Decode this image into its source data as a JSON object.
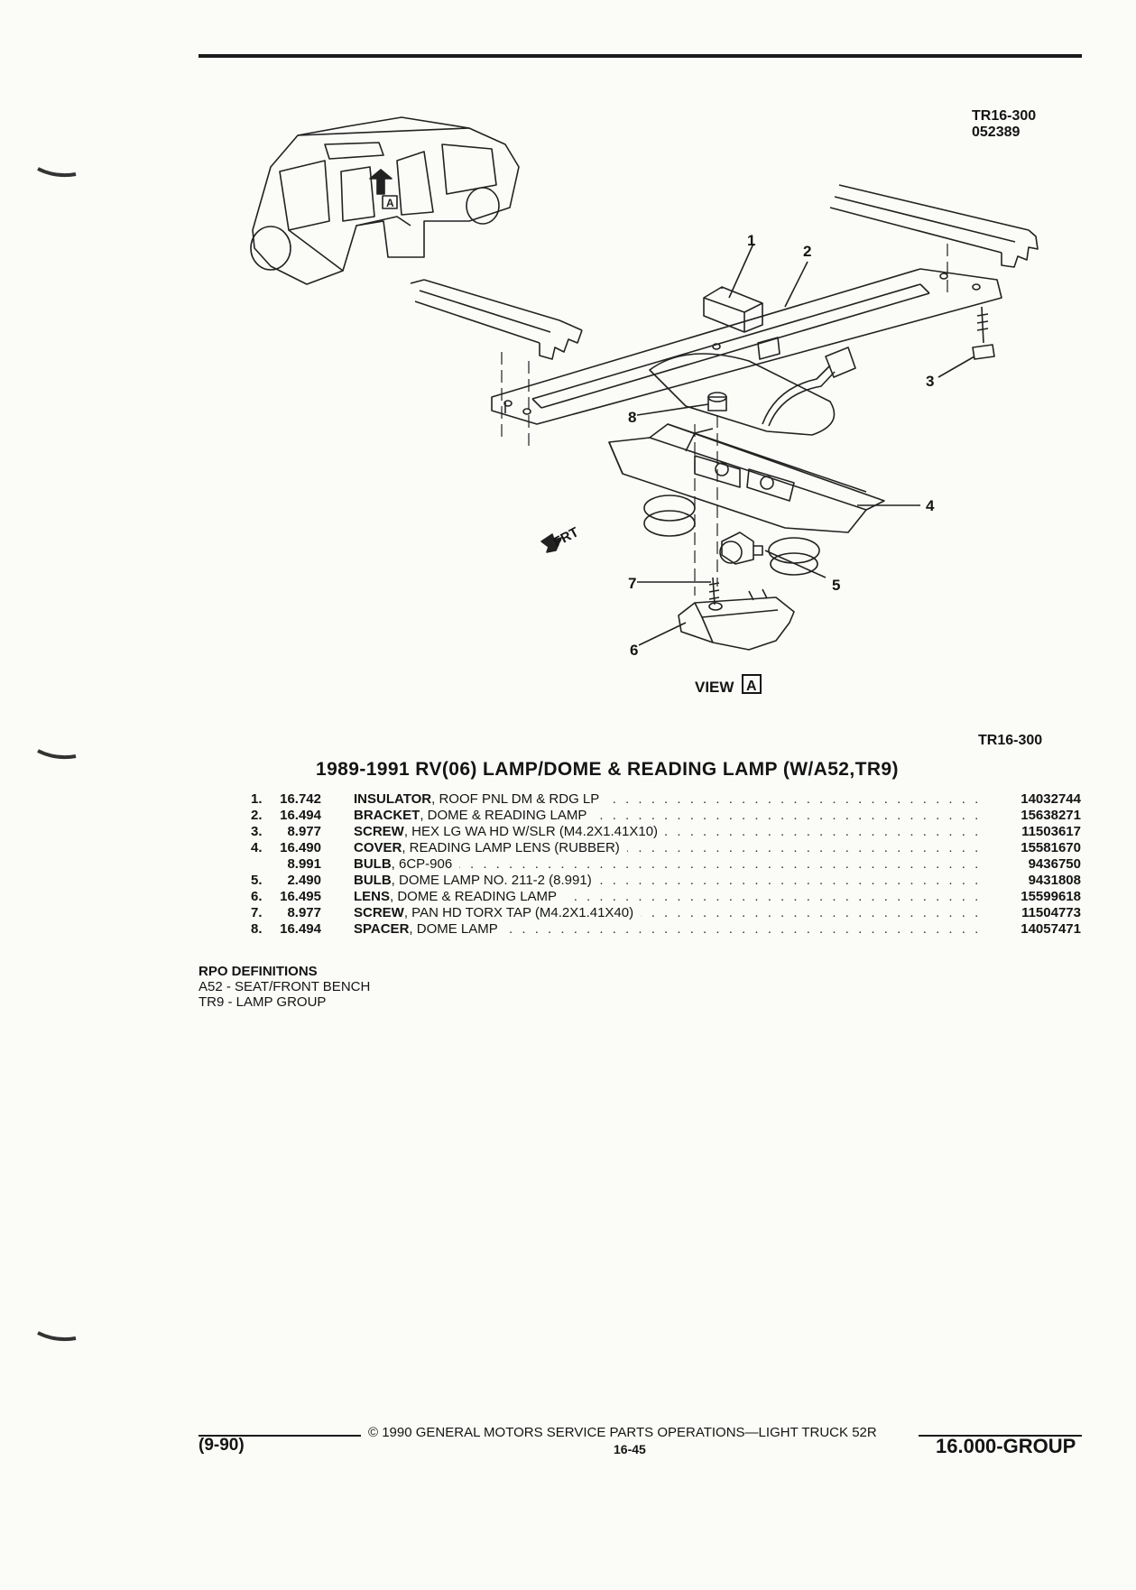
{
  "header": {
    "tr_code": "TR16-300",
    "date_code": "052389"
  },
  "diagram": {
    "callouts": [
      "1",
      "2",
      "3",
      "4",
      "5",
      "6",
      "7",
      "8"
    ],
    "frt_label": "FRT",
    "view_label": "VIEW",
    "view_letter": "A",
    "inset_letter": "A"
  },
  "section_code": "TR16-300",
  "title": "1989-1991 RV(06) LAMP/DOME & READING LAMP (W/A52,TR9)",
  "parts": [
    {
      "num": "1.",
      "code": "16.742",
      "name": "INSULATOR",
      "desc": ", ROOF PNL DM & RDG LP",
      "part_no": "14032744"
    },
    {
      "num": "2.",
      "code": "16.494",
      "name": "BRACKET",
      "desc": ", DOME & READING LAMP",
      "part_no": "15638271"
    },
    {
      "num": "3.",
      "code": "8.977",
      "name": "SCREW",
      "desc": ", HEX LG WA HD W/SLR (M4.2X1.41X10)",
      "part_no": "11503617"
    },
    {
      "num": "4.",
      "code": "16.490",
      "name": "COVER",
      "desc": ", READING LAMP LENS (RUBBER)",
      "part_no": "15581670"
    },
    {
      "num": "",
      "code": "8.991",
      "name": "BULB",
      "desc": ", 6CP-906",
      "part_no": "9436750"
    },
    {
      "num": "5.",
      "code": "2.490",
      "name": "BULB",
      "desc": ", DOME LAMP NO. 211-2 (8.991)",
      "part_no": "9431808"
    },
    {
      "num": "6.",
      "code": "16.495",
      "name": "LENS",
      "desc": ", DOME & READING LAMP",
      "part_no": "15599618"
    },
    {
      "num": "7.",
      "code": "8.977",
      "name": "SCREW",
      "desc": ", PAN HD TORX TAP (M4.2X1.41X40)",
      "part_no": "11504773"
    },
    {
      "num": "8.",
      "code": "16.494",
      "name": "SPACER",
      "desc": ", DOME LAMP",
      "part_no": "14057471"
    }
  ],
  "rpo": {
    "heading": "RPO DEFINITIONS",
    "items": [
      "A52 - SEAT/FRONT BENCH",
      "TR9 - LAMP GROUP"
    ]
  },
  "footer": {
    "copyright": "© 1990 GENERAL MOTORS SERVICE PARTS OPERATIONS—LIGHT TRUCK 52R",
    "date": "(9-90)",
    "page": "16-45",
    "group": "16.000-GROUP"
  }
}
